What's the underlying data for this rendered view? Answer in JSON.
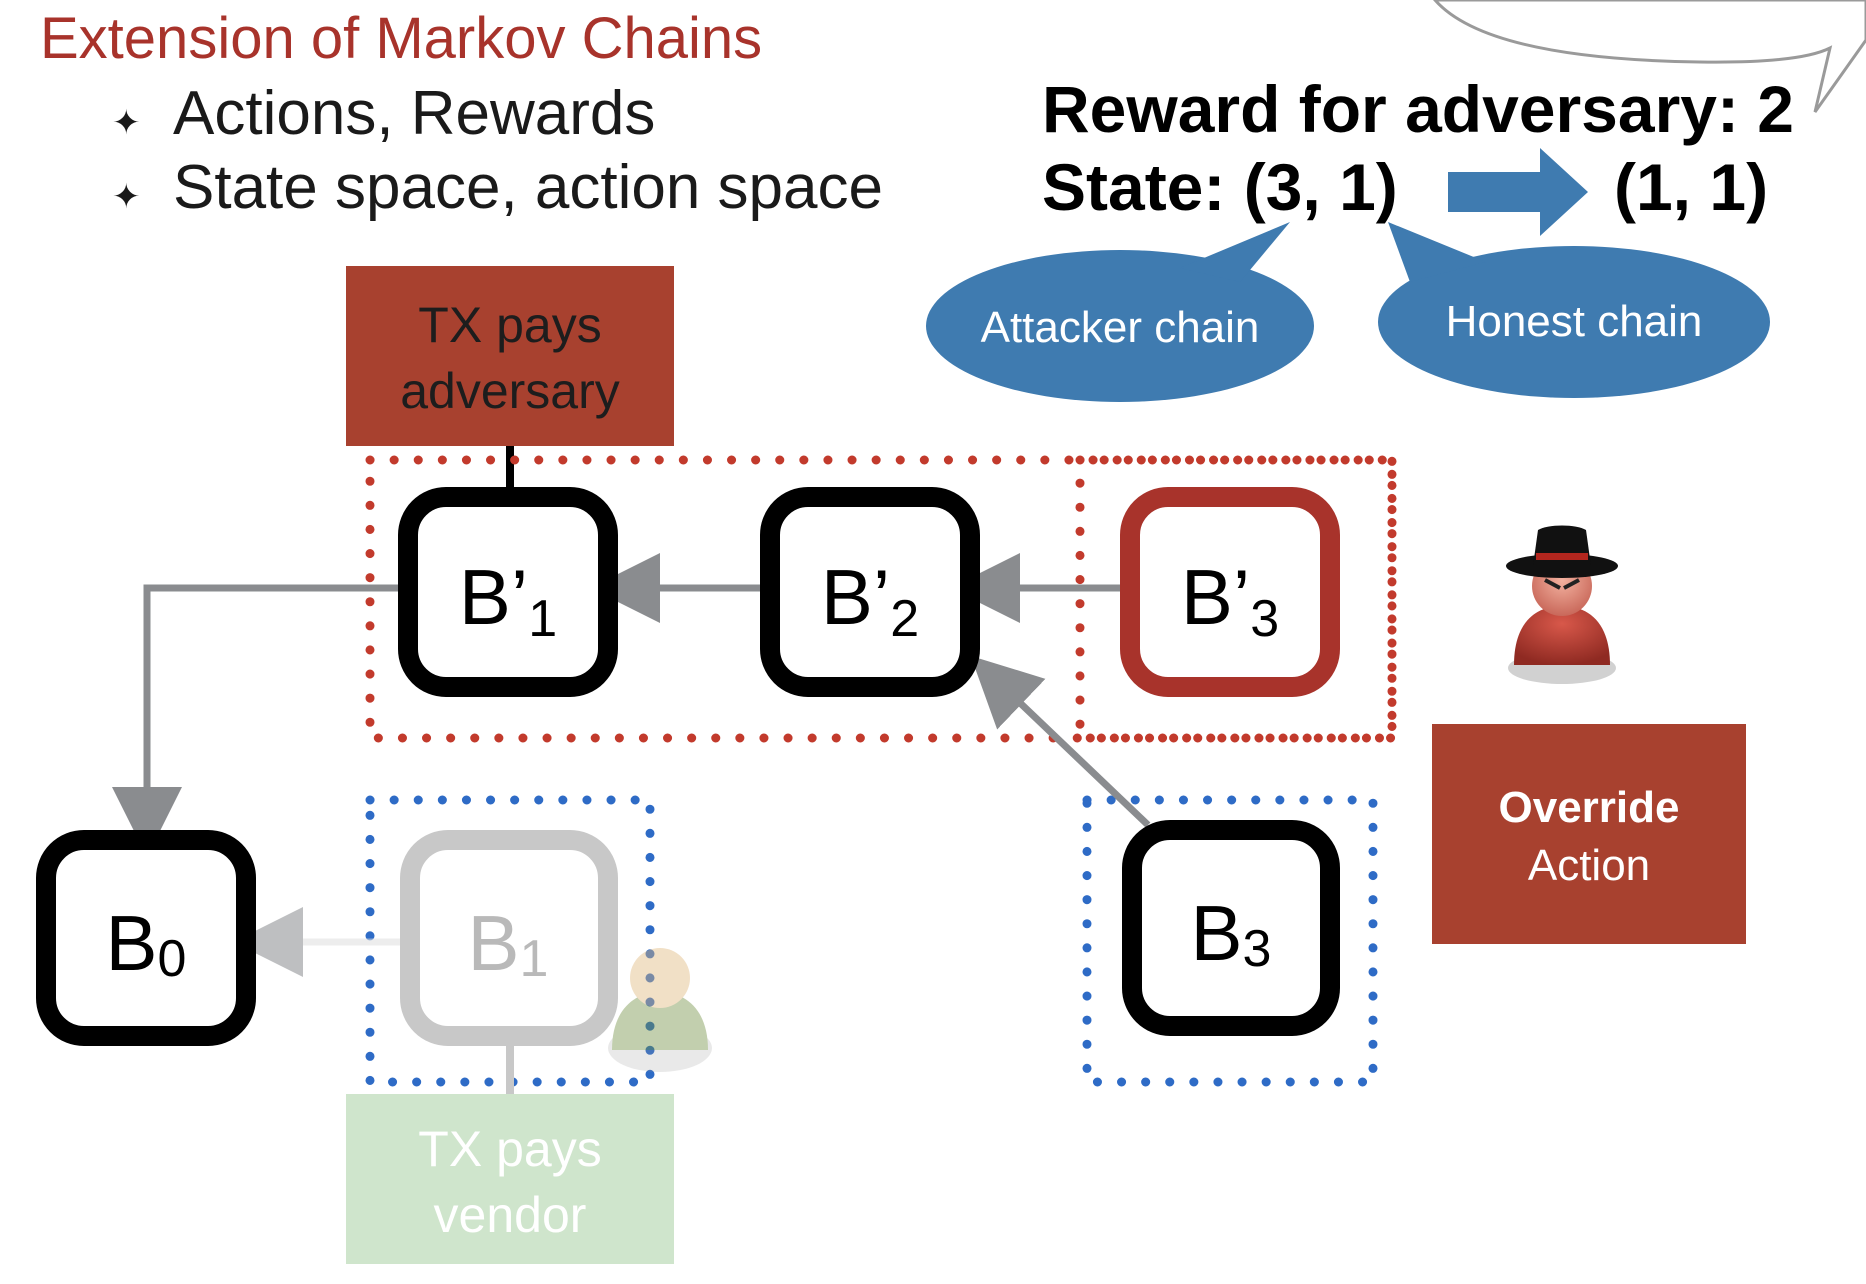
{
  "slide": {
    "title": "Extension of Markov Chains",
    "bullets": [
      {
        "icon": "four-point-star-bullet-icon",
        "text": "Actions, Rewards"
      },
      {
        "icon": "four-point-star-bullet-icon",
        "text": "State space, action space"
      }
    ]
  },
  "reward": {
    "line": "Reward for adversary: 2",
    "state_label": "State: (3, 1)",
    "next_state": "(1, 1)"
  },
  "bubbles": {
    "attacker": "Attacker chain",
    "honest": "Honest chain"
  },
  "notes": {
    "adversary_tx": [
      "TX pays",
      "adversary"
    ],
    "vendor_tx": [
      "TX pays",
      "vendor"
    ],
    "override_title": "Override",
    "override_sub": "Action"
  },
  "blocks": {
    "b0": {
      "main": "B",
      "sub": "0"
    },
    "b1": {
      "main": "B",
      "sub": "1"
    },
    "b3": {
      "main": "B",
      "sub": "3"
    },
    "bp1": {
      "main": "B’",
      "sub": "1"
    },
    "bp2": {
      "main": "B’",
      "sub": "2"
    },
    "bp3": {
      "main": "B’",
      "sub": "3"
    }
  },
  "icons": {
    "adversary": "spy-adversary-icon",
    "vendor": "user-vendor-icon",
    "arrow": "right-arrow-icon"
  },
  "colors": {
    "title_red": "#a8332b",
    "note_red": "#a8412f",
    "bubble_blue": "#3f7bb0",
    "dotted_red": "#c23a2c",
    "dotted_blue": "#2e6bc6",
    "arrow_gray": "#8a8c8f",
    "faded_green": "#cfe5cc"
  }
}
